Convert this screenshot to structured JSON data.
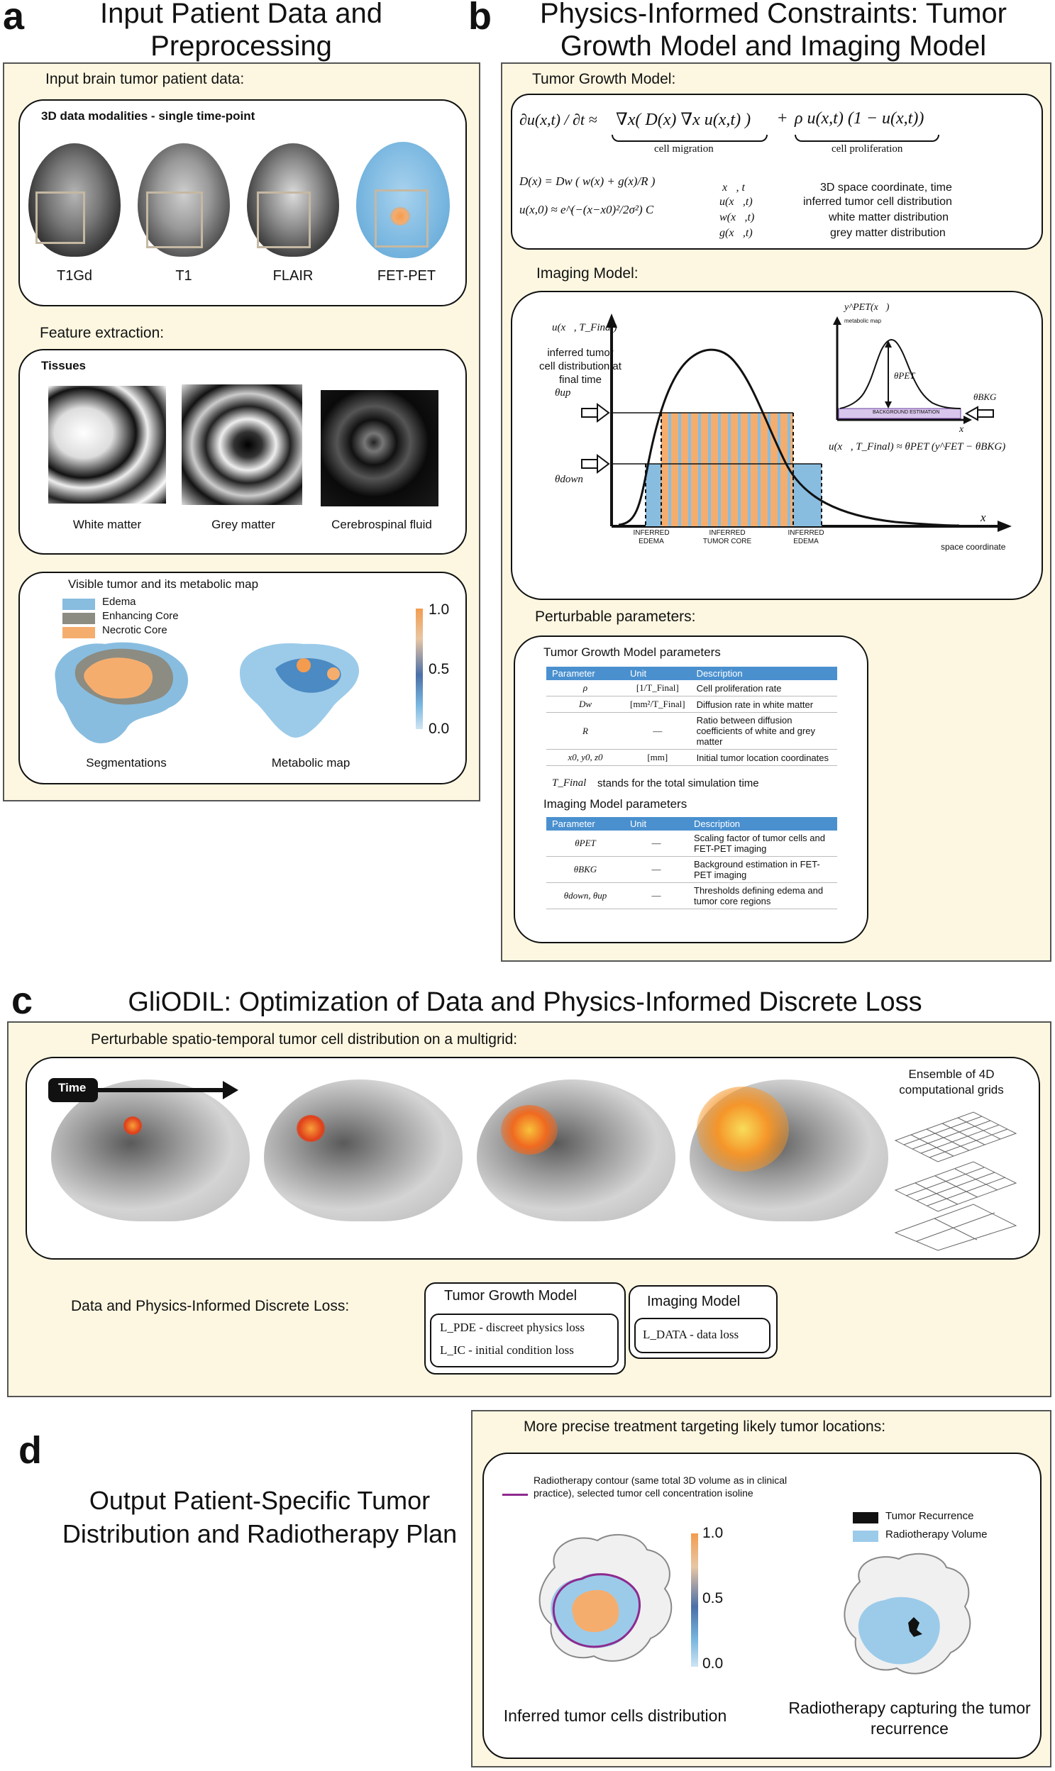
{
  "panel_a": {
    "letter": "a",
    "title": "Input Patient Data and Preprocessing",
    "input_heading": "Input brain tumor patient data:",
    "modalities_title": "3D data modalities - single time-point",
    "modalities": [
      "T1Gd",
      "T1",
      "FLAIR",
      "FET-PET"
    ],
    "feature_heading": "Feature extraction:",
    "tissues_title": "Tissues",
    "tissues": [
      "White matter",
      "Grey matter",
      "Cerebrospinal fluid"
    ],
    "visible_title": "Visible tumor and its metabolic map",
    "legend": [
      {
        "label": "Edema",
        "color": "#88bde0"
      },
      {
        "label": "Enhancing Core",
        "color": "#8c8c82"
      },
      {
        "label": "Necrotic Core",
        "color": "#f5ad6e"
      }
    ],
    "colorbar_ticks": [
      "1.0",
      "0.5",
      "0.0"
    ],
    "segmentations_label": "Segmentations",
    "metabolic_label": "Metabolic map"
  },
  "panel_b": {
    "letter": "b",
    "title": "Physics-Informed Constraints: Tumor Growth Model and Imaging Model",
    "growth_heading": "Tumor Growth Model:",
    "eq_lhs": "∂u(x,t) / ∂t ≈",
    "eq_migration": "∇x( D(x) ∇x u(x,t) )",
    "eq_plus": "+",
    "eq_proliferation": "ρ u(x,t) (1 − u(x,t))",
    "cell_migration": "cell migration",
    "cell_proliferation": "cell proliferation",
    "eq_D": "D(x) = Dw ( w(x) + g(x)/R )",
    "eq_u0": "u(x,0) ≈ e^(−(x−x0)²/2σ²) C",
    "symbols": [
      {
        "symbol": "x⃗, t",
        "desc": "3D space coordinate, time"
      },
      {
        "symbol": "u(x⃗,t)",
        "desc": "inferred tumor cell distribution"
      },
      {
        "symbol": "w(x⃗,t)",
        "desc": "white matter distribution"
      },
      {
        "symbol": "g(x⃗,t)",
        "desc": "grey matter distribution"
      }
    ],
    "imaging_heading": "Imaging Model:",
    "y_axis_label": "u(x⃗, T_Final)",
    "inferred_text": "inferred tumor cell distribution at final time",
    "theta_up": "θup",
    "theta_down": "θdown",
    "region_labels": [
      "INFERRED EDEMA",
      "INFERRED TUMOR CORE",
      "INFERRED EDEMA"
    ],
    "x_axis_symbol": "x⃗",
    "x_axis_label": "space coordinate",
    "inset_y_label": "y^PET(x⃗)",
    "inset_metabolic": "metabolic map",
    "inset_theta_pet": "θPET",
    "inset_theta_bkg": "θBKG",
    "inset_background": "BACKGROUND ESTIMATION",
    "inset_x": "x⃗",
    "imaging_equation": "u(x⃗, T_Final) ≈ θPET (y^FET − θBKG)",
    "perturbable_heading": "Perturbable parameters:",
    "growth_params_heading": "Tumor Growth Model parameters",
    "table_headers": [
      "Parameter",
      "Unit",
      "Description"
    ],
    "growth_params": [
      {
        "param": "ρ",
        "unit": "[1/T_Final]",
        "desc": "Cell proliferation rate"
      },
      {
        "param": "Dw",
        "unit": "[mm²/T_Final]",
        "desc": "Diffusion rate in white matter"
      },
      {
        "param": "R",
        "unit": "—",
        "desc": "Ratio between diffusion coefficients of white and grey matter"
      },
      {
        "param": "x0, y0, z0",
        "unit": "[mm]",
        "desc": "Initial tumor location coordinates"
      }
    ],
    "tfinal_symbol": "T_Final",
    "tfinal_note": "stands for the total simulation time",
    "imaging_params_heading": "Imaging Model parameters",
    "imaging_params": [
      {
        "param": "θPET",
        "unit": "—",
        "desc": "Scaling factor of tumor cells and FET-PET imaging"
      },
      {
        "param": "θBKG",
        "unit": "—",
        "desc": "Background estimation in FET-PET imaging"
      },
      {
        "param": "θdown, θup",
        "unit": "—",
        "desc": "Thresholds defining edema and tumor core regions"
      }
    ]
  },
  "panel_c": {
    "letter": "c",
    "title": "GliODIL: Optimization of Data and Physics-Informed Discrete Loss",
    "grid_heading": "Perturbable spatio-temporal tumor cell distribution on a multigrid:",
    "time_label": "Time",
    "ensemble_label": "Ensemble of 4D computational grids",
    "loss_heading": "Data and Physics-Informed Discrete Loss:",
    "growth_model_title": "Tumor Growth Model",
    "loss_pde": "L_PDE - discreet physics loss",
    "loss_ic": "L_IC - initial condition loss",
    "imaging_model_title": "Imaging Model",
    "loss_data": "L_DATA - data loss"
  },
  "panel_d": {
    "letter": "d",
    "title": "Output Patient-Specific Tumor Distribution and Radiotherapy Plan",
    "heading": "More precise treatment targeting likely tumor locations:",
    "contour_legend": "Radiotherapy contour (same total 3D volume as in clinical practice), selected tumor cell concentration isoline",
    "legend_recurrence": "Tumor Recurrence",
    "legend_volume": "Radiotherapy Volume",
    "colorbar_ticks": [
      "1.0",
      "0.5",
      "0.0"
    ],
    "left_caption": "Inferred tumor cells distribution",
    "right_caption": "Radiotherapy capturing the tumor recurrence"
  },
  "colors": {
    "panel_bg": "#fdf7e1",
    "edema_blue": "#88bde0",
    "core_orange": "#f5ad6e",
    "table_header": "#4a90cf",
    "contour_purple": "#8e2a8e"
  }
}
